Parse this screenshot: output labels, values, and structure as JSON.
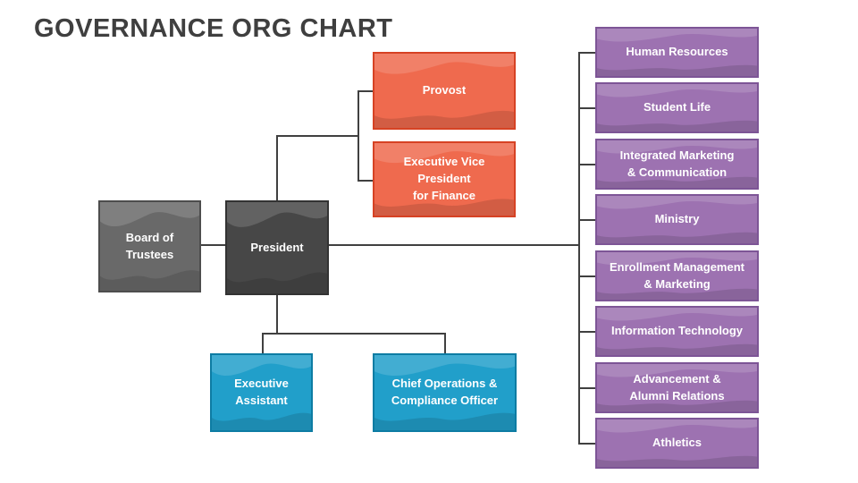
{
  "title": "GOVERNANCE ORG CHART",
  "nodes": {
    "board": "Board of\nTrustees",
    "president": "President",
    "provost": "Provost",
    "evp": "Executive Vice\nPresident\nfor Finance",
    "assistant": "Executive\nAssistant",
    "chief": "Chief Operations &\nCompliance Officer"
  },
  "departments": [
    "Human Resources",
    "Student Life",
    "Integrated Marketing\n& Communication",
    "Ministry",
    "Enrollment Management\n& Marketing",
    "Information Technology",
    "Advancement &\nAlumni Relations",
    "Athletics"
  ],
  "colors": {
    "title_color": "#3f3f3f",
    "label_color": "#ffffff",
    "connector_color": "#404040",
    "gray_light": "#696969",
    "gray_light_border": "#4d4d4d",
    "gray_dark": "#474747",
    "gray_dark_border": "#333333",
    "orange": "#ef6a4e",
    "orange_border": "#d64224",
    "blue": "#219fca",
    "blue_border": "#0d7ca3",
    "purple": "#9d72b1",
    "purple_border": "#7d5596"
  }
}
